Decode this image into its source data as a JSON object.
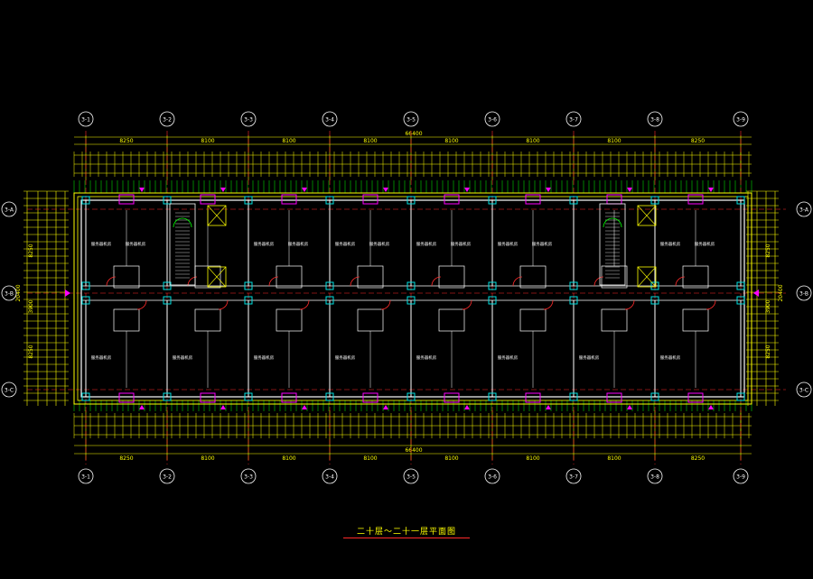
{
  "drawing": {
    "title": "二十层～二十一层平面图",
    "overall_dimension": "66400",
    "bay_dimension": "8100",
    "side_bay_dimension": "8250",
    "overall_depth": "20400",
    "side_depths": [
      "8250",
      "3900",
      "8250"
    ],
    "axes_top": [
      "3-1",
      "3-2",
      "3-3",
      "3-4",
      "3-5",
      "3-6",
      "3-7",
      "3-8",
      "3-9"
    ],
    "axes_bottom": [
      "3-1",
      "3-2",
      "3-3",
      "3-4",
      "3-5",
      "3-6",
      "3-7",
      "3-8",
      "3-9"
    ],
    "axes_side": [
      "3-A",
      "3-B",
      "3-C"
    ],
    "room_label": "服务器机房",
    "room_label_lower": "服务器机房"
  },
  "colors": {
    "background": "#000000",
    "dimension": "#ffff00",
    "wall": "#ffffff",
    "column": "#00e0e0",
    "grid": "#ff2a2a",
    "door": "#ff00ff",
    "green": "#00ff00",
    "text": "#ffffff"
  }
}
